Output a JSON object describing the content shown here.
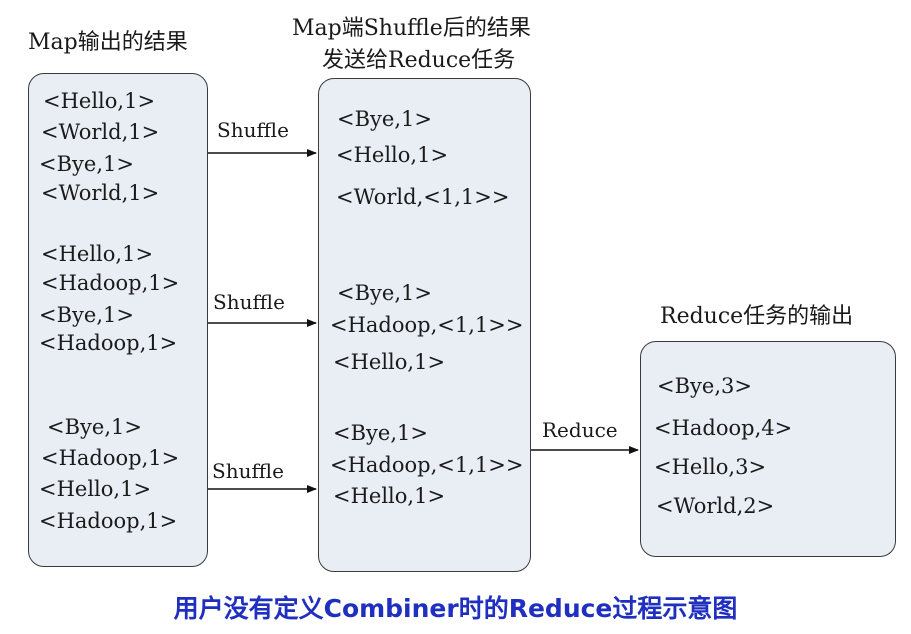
{
  "colors": {
    "box_fill": "#e9eef5",
    "border": "#3a3a3a",
    "caption": "#1f2fbf"
  },
  "titles": {
    "map_output": "Map输出的结果",
    "shuffle_result_line1": "Map端Shuffle后的结果",
    "shuffle_result_line2": "发送给Reduce任务",
    "reduce_output": "Reduce任务的输出"
  },
  "map_output": {
    "group1": [
      "<Hello,1>",
      "<World,1>",
      "<Bye,1>",
      "<World,1>"
    ],
    "group2": [
      "<Hello,1>",
      "<Hadoop,1>",
      "<Bye,1>",
      "<Hadoop,1>"
    ],
    "group3": [
      "<Bye,1>",
      "<Hadoop,1>",
      "<Hello,1>",
      "<Hadoop,1>"
    ]
  },
  "shuffle_output": {
    "group1": [
      "<Bye,1>",
      "<Hello,1>",
      "<World,<1,1>>"
    ],
    "group2": [
      "<Bye,1>",
      "<Hadoop,<1,1>>",
      "<Hello,1>"
    ],
    "group3": [
      "<Bye,1>",
      "<Hadoop,<1,1>>",
      "<Hello,1>"
    ]
  },
  "reduce_output": [
    "<Bye,3>",
    "<Hadoop,4>",
    "<Hello,3>",
    "<World,2>"
  ],
  "arrows": {
    "shuffle1": "Shuffle",
    "shuffle2": "Shuffle",
    "shuffle3": "Shuffle",
    "reduce": "Reduce"
  },
  "caption": "用户没有定义Combiner时的Reduce过程示意图"
}
